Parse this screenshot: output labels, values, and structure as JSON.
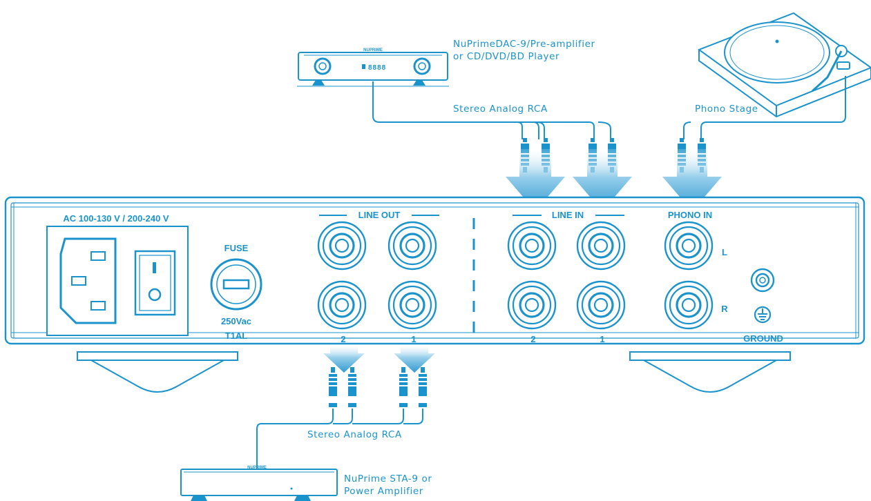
{
  "sources": {
    "dac_label_line1": "NuPrimeDAC-9/Pre-amplifier",
    "dac_label_line2": "or CD/DVD/BD Player",
    "turntable_label": "Phono Stage",
    "dac_brand": "NUPRIME",
    "dac_display": "8888"
  },
  "cables": {
    "input_label": "Stereo Analog RCA",
    "output_label": "Stereo Analog RCA"
  },
  "amplifier": {
    "label_line1": "NuPrime STA-9 or",
    "label_line2": "Power Amplifier",
    "brand": "NUPRIME"
  },
  "panel": {
    "ac_label": "AC 100-130 V / 200-240 V",
    "fuse_label": "FUSE",
    "fuse_rating": "250Vac",
    "fuse_type": "T1AL",
    "line_out_label": "LINE OUT",
    "line_in_label": "LINE IN",
    "phono_in_label": "PHONO IN",
    "line_out_jacks": [
      "2",
      "1"
    ],
    "line_in_jacks": [
      "2",
      "1"
    ],
    "channel_left": "L",
    "channel_right": "R",
    "ground_label": "GROUND"
  },
  "colors": {
    "line": "#1a93cc",
    "arrow": "#1a8fcc",
    "background": "#ffffff"
  }
}
